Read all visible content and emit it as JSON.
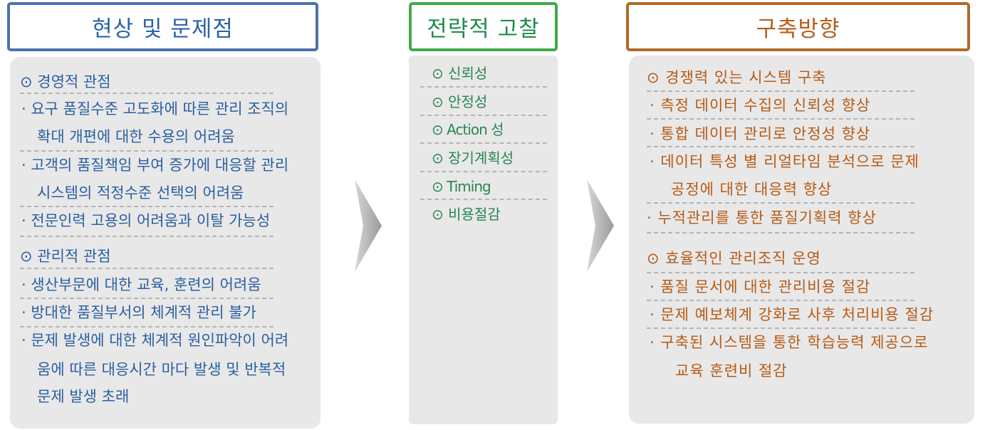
{
  "columns": [
    {
      "title": "현상 및 문제점",
      "lines": [
        "⊙ 경영적 관점",
        "· 요구 품질수준 고도화에 따른 관리 조직의",
        "확대 개편에 대한 수용의 어려움",
        "· 고객의 품질책임 부여 증가에 대응할 관리",
        "시스템의 적정수준 선택의 어려움",
        "· 전문인력 고용의 어려움과 이탈 가능성",
        "⊙ 관리적 관점",
        "· 생산부문에 대한 교육, 훈련의 어려움",
        "· 방대한 품질부서의 체계적 관리 불가",
        "· 문제 발생에 대한 체계적 원인파악이 어려",
        "움에 따른 대응시간 마다 발생 및 반복적",
        "문제 발생 초래"
      ]
    },
    {
      "title": "전략적 고찰",
      "lines": [
        "⊙ 신뢰성",
        "⊙ 안정성",
        "⊙ Action 성",
        "⊙ 장기계획성",
        "⊙ Timing",
        "⊙ 비용절감"
      ]
    },
    {
      "title": "구축방향",
      "lines": [
        "⊙ 경쟁력 있는 시스템 구축",
        "· 측정 데이터 수집의 신뢰성 향상",
        "· 통합 데이터 관리로 안정성 향상",
        "· 데이터 특성 별 리얼타임 분석으로 문제",
        "공정에 대한 대응력 향상",
        "· 누적관리를 통한 품질기획력 향상",
        "⊙ 효율적인 관리조직 운영",
        "· 품질 문서에 대한 관리비용 절감",
        "· 문제 예보체계 강화로 사후 처리비용 절감",
        "· 구축된 시스템을 통한 학습능력 제공으로",
        "교육 훈련비 절감"
      ]
    }
  ],
  "colors": {
    "col1_border": "#4a74ad",
    "col1_text": "#2a5fa0",
    "col2_border": "#44a84a",
    "col2_text": "#2a8554",
    "col3_border": "#b06a2a",
    "col3_text": "#b65a14",
    "panel_bg": "#e8e8e8",
    "arrow": "#b0b0b0"
  },
  "icons": [
    "chevron-right-icon",
    "chevron-right-icon"
  ]
}
